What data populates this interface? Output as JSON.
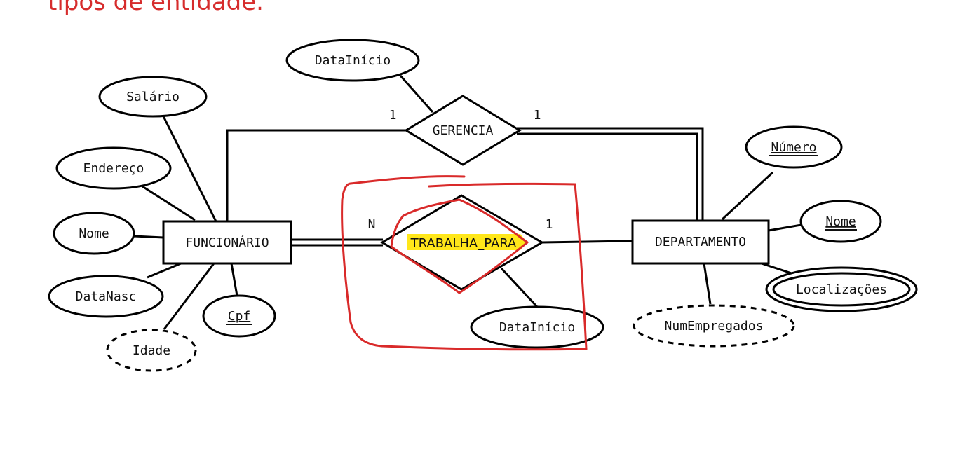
{
  "title": "tipos de entidade.",
  "entities": {
    "funcionario": "FUNCIONÁRIO",
    "departamento": "DEPARTAMENTO"
  },
  "relationships": {
    "gerencia": "GERENCIA",
    "trabalha_para": "TRABALHA_PARA"
  },
  "attributes": {
    "salario": "Salário",
    "endereco": "Endereço",
    "nome": "Nome",
    "datanasc": "DataNasc",
    "idade": "Idade",
    "cpf": "Cpf",
    "datainicio_gerencia": "DataInício",
    "datainicio_trabalha": "DataInício",
    "numero": "Número",
    "nome_dept": "Nome",
    "localizacoes": "Localizações",
    "numempregados": "NumEmpregados"
  },
  "cardinalities": {
    "gerencia_func": "1",
    "gerencia_dept": "1",
    "trabalha_func": "N",
    "trabalha_dept": "1"
  },
  "colors": {
    "annotation": "#d92a2a",
    "highlight": "#ffe71a",
    "title": "#d62c2c"
  }
}
